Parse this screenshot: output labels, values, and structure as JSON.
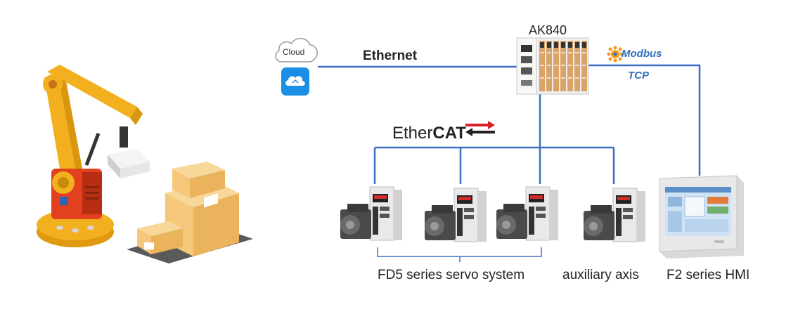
{
  "controller": {
    "label": "AK840"
  },
  "cloud": {
    "label": "Cloud"
  },
  "links": {
    "ethernet": "Ethernet",
    "ethercat_prefix": "Ether",
    "ethercat_suffix": "CAT",
    "modbus": "Modbus",
    "tcp": "TCP"
  },
  "captions": {
    "servo_group": "FD5 series servo system",
    "auxiliary": "auxiliary axis",
    "hmi": "F2 series HMI"
  },
  "colors": {
    "line": "#3b6fc4",
    "robot": "#f2b01f",
    "robot_red": "#e2401f",
    "box": "#f5c77a",
    "modbus_orange": "#f39a1e",
    "modbus_blue": "#2e6fbf",
    "ethercat_red": "#d92028"
  },
  "icons": [
    "cloud-icon",
    "cloud-app-icon",
    "robot-arm-icon",
    "boxes-icon",
    "plc-controller-icon",
    "servo-motor-icon",
    "hmi-panel-icon",
    "modbus-logo-icon"
  ]
}
